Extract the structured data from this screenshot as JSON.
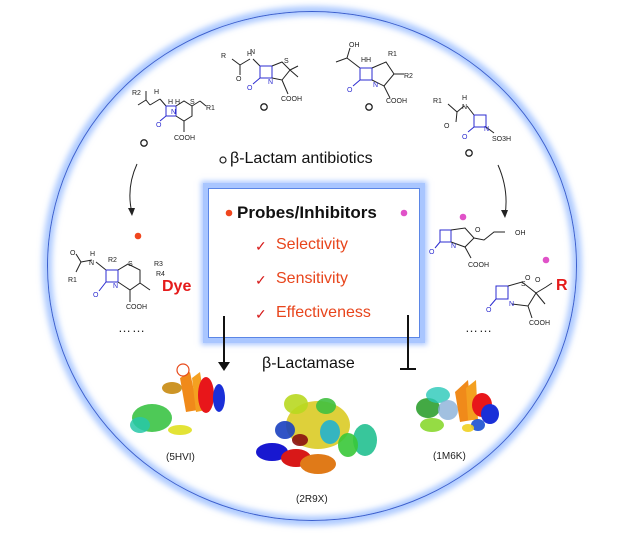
{
  "figure": {
    "center_title": "β-Lactam antibiotics",
    "enzyme_label": "β-Lactamase",
    "box": {
      "heading": "Probes/Inhibitors",
      "criteria": [
        "Selectivity",
        "Sensitivity",
        "Effectiveness"
      ],
      "check_glyph": "✓"
    },
    "antibiotic_classes": [
      {
        "name": "cephalosporin",
        "substituents": [
          "R2",
          "R1"
        ],
        "groups": [
          "COOH"
        ]
      },
      {
        "name": "penicillin",
        "substituents": [
          "R"
        ],
        "groups": [
          "COOH"
        ]
      },
      {
        "name": "carbapenem",
        "substituents": [
          "R1",
          "R2",
          "OH"
        ],
        "groups": [
          "COOH"
        ]
      },
      {
        "name": "monobactam",
        "substituents": [
          "R1"
        ],
        "groups": [
          "SO3H"
        ]
      }
    ],
    "probes": {
      "dye_probe": {
        "tag": "Dye",
        "substituents": [
          "R1",
          "R2",
          "R3",
          "R4"
        ],
        "groups": [
          "COOH"
        ]
      },
      "clavulanate": {
        "groups": [
          "OH",
          "COOH"
        ]
      },
      "sulfone_inhibitor": {
        "tag": "R",
        "groups": [
          "COOH"
        ]
      },
      "ellipsis": "……"
    },
    "proteins": [
      {
        "pdb": "(5HVI)"
      },
      {
        "pdb": "(2R9X)"
      },
      {
        "pdb": "(1M6K)"
      }
    ],
    "colors": {
      "ring": "#6ea0ff",
      "lactam_core": "#2b2bd0",
      "probe_dot": "#f0461e",
      "inhibitor_dot": "#e052c8",
      "criteria_text": "#e8451c",
      "tag_red": "#e51b1b"
    }
  }
}
